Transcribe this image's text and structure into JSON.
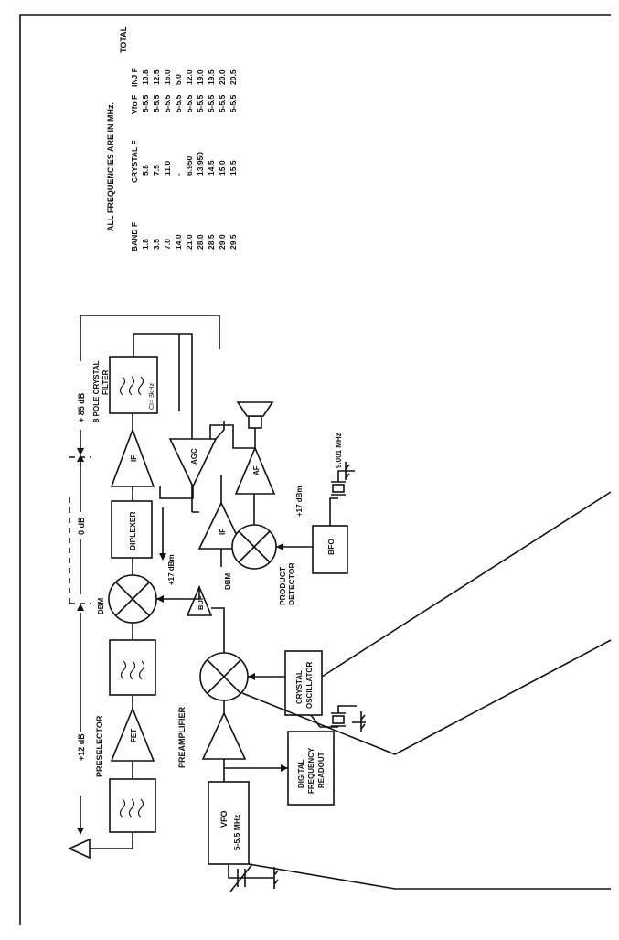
{
  "diagram": {
    "preselector_label": "PRESELECTOR",
    "preamplifier_label": "PREAMPLIFIER",
    "fet_label": "FET",
    "dbm1_label": "DBM",
    "dbm2_label": "DBM",
    "diplexer_label": "DIPLEXER",
    "if1_label": "IF",
    "if2_label": "IF",
    "agc_label": "AGC",
    "af_label": "AF",
    "buf_label": "BUF",
    "bfo_label": "BFO",
    "filter_label_line1": "8 POLE CRYSTAL",
    "filter_label_line2": "FILTER",
    "filter_bw": "CI= 3kHz",
    "plus12_label": "+12 dB",
    "zero_label": "0 dB",
    "plus85_label": "+ 85 dB",
    "plus17a_label": "+17 dBm",
    "plus17b_label": "+17 dBm",
    "product_detector_line1": "PRODUCT",
    "product_detector_line2": "DETECTOR",
    "bfo_freq": "9.001 MHz",
    "crystal_osc_line1": "CRYSTAL",
    "crystal_osc_line2": "OSCILLATOR",
    "dfr_line1": "DIGITAL",
    "dfr_line2": "FREQUENCY",
    "dfr_line3": "READOUT",
    "vfo_line1": "VFO",
    "vfo_line2": "5-5.5 MHz"
  },
  "table": {
    "title": "ALL FREQUENCIES ARE IN MHz.",
    "total_header_line1": "TOTAL",
    "headers": [
      "BAND F",
      "CRYSTAL F",
      "Vfo F",
      "INJ F"
    ],
    "rows": [
      [
        "1.8",
        "5.8",
        "5-5.5",
        "10.8"
      ],
      [
        "3.5",
        "7.5",
        "5-5.5",
        "12.5"
      ],
      [
        "7.0",
        "11.0",
        "5-5.5",
        "16.0"
      ],
      [
        "14.0",
        "-",
        "5-5.5",
        "5.0"
      ],
      [
        "21.0",
        "6.950",
        "5-5.5",
        "12.0"
      ],
      [
        "28.0",
        "13.950",
        "5-5.5",
        "19.0"
      ],
      [
        "28.5",
        "14.5",
        "5-5.5",
        "19.5"
      ],
      [
        "29.0",
        "15.0",
        "5-5.5",
        "20.0"
      ],
      [
        "29.5",
        "15.5",
        "5-5.5",
        "20.5"
      ]
    ]
  }
}
